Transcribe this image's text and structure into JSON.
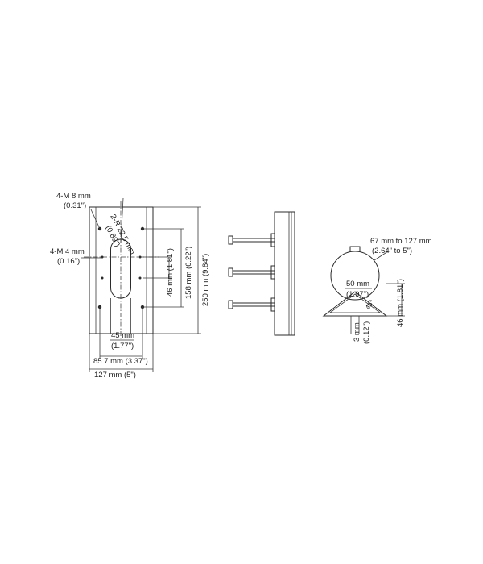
{
  "front_view": {
    "bolt_m8": "4-M 8 mm",
    "bolt_m8_in": "(0.31\")",
    "bolt_m4": "4-M 4 mm",
    "bolt_m4_in": "(0.16\")",
    "radius_mm": "2-R 22.5 mm",
    "radius_in": "(0.89\")",
    "spacing_46": "46 mm (1.81\")",
    "spacing_158": "158 mm (6.22\")",
    "height_250": "250 mm (9.84\")",
    "slot_width_mm": "45 mm",
    "slot_width_in": "(1.77\")",
    "hole_spacing": "85.7 mm (3.37\")",
    "plate_width": "127 mm (5\")"
  },
  "pole_view": {
    "diameter_range": "67 mm to 127 mm",
    "diameter_range_in": "(2.64\" to 5\")",
    "clamp_width_mm": "50 mm",
    "clamp_width_in": "(1.97\")",
    "angle": "45°",
    "thickness_mm": "3 mm",
    "thickness_in": "(0.12\")",
    "clamp_height": "46 mm (1.81\")"
  }
}
